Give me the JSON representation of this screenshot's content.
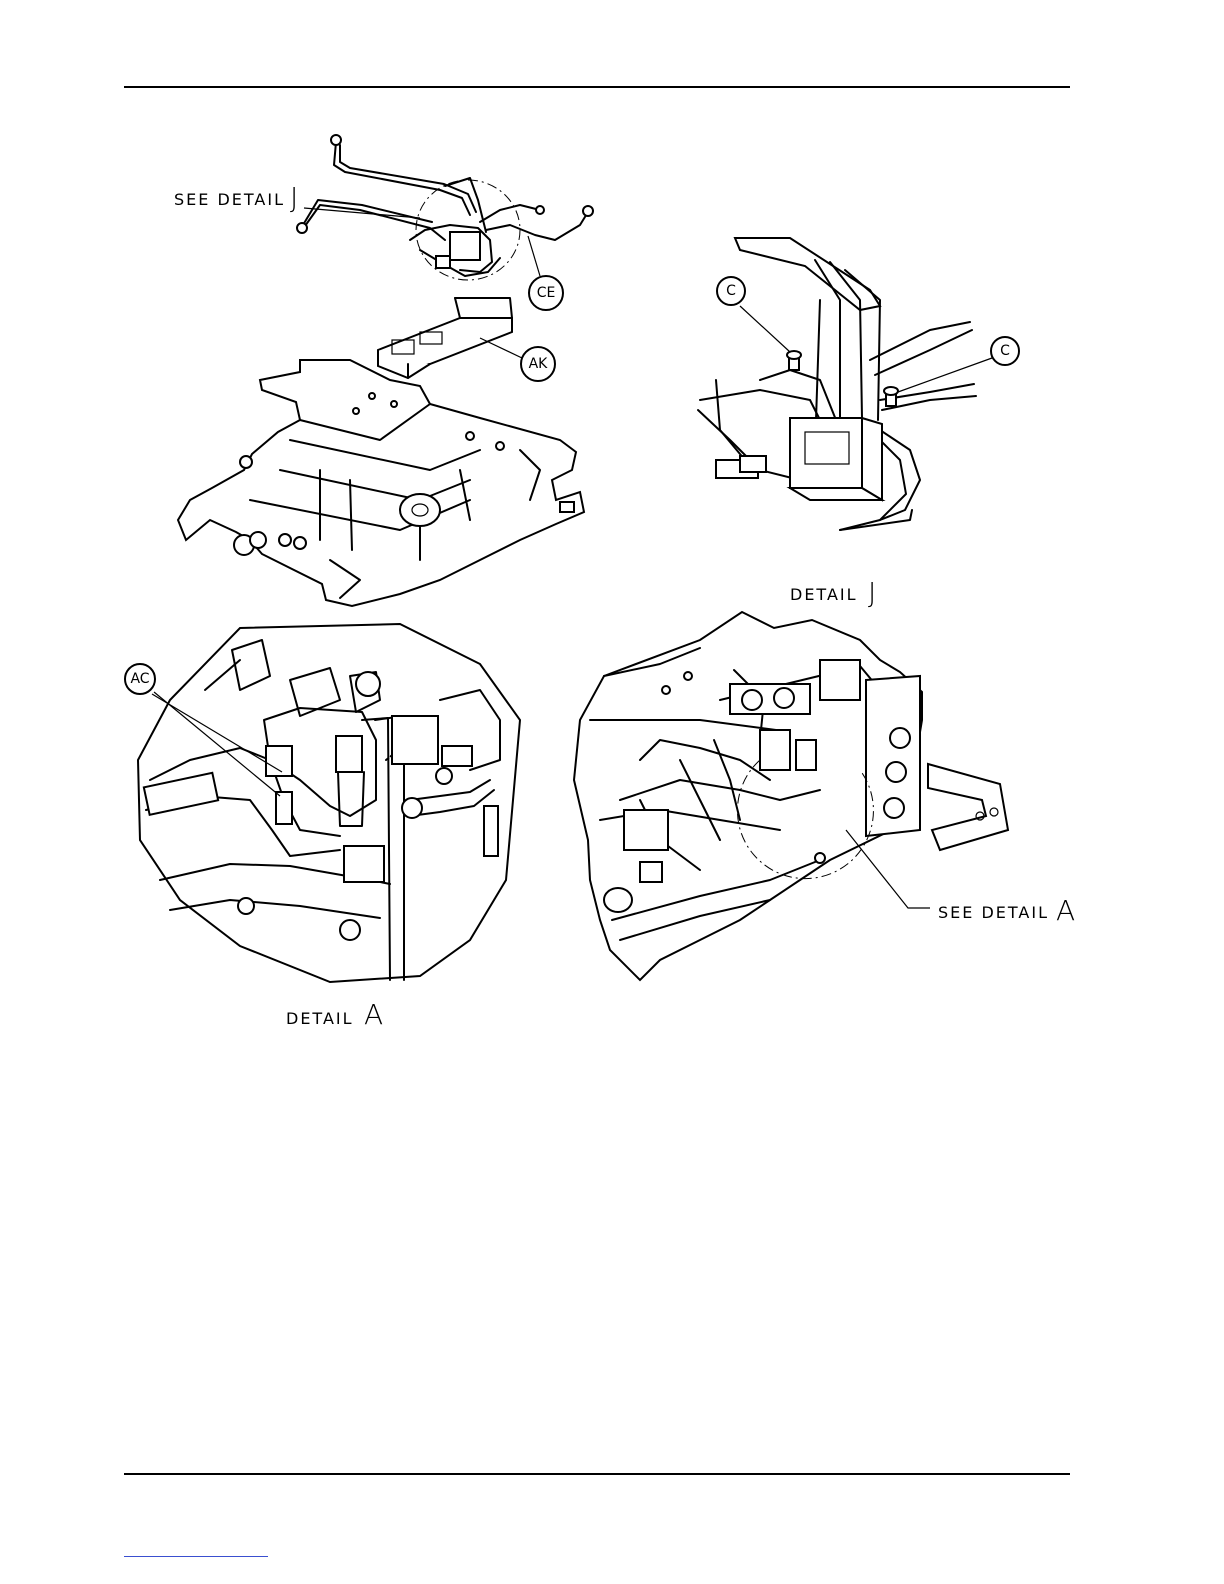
{
  "labels": {
    "see_detail_j_text": "SEE DETAIL",
    "see_detail_j_letter": "J",
    "detail_j_text": "DETAIL",
    "detail_j_letter": "J",
    "detail_a_text": "DETAIL",
    "detail_a_letter": "A",
    "see_detail_a_text": "SEE DETAIL",
    "see_detail_a_letter": "A"
  },
  "callouts": {
    "ce": "CE",
    "ak": "AK",
    "c_left": "C",
    "c_right": "C",
    "ac": "AC"
  }
}
